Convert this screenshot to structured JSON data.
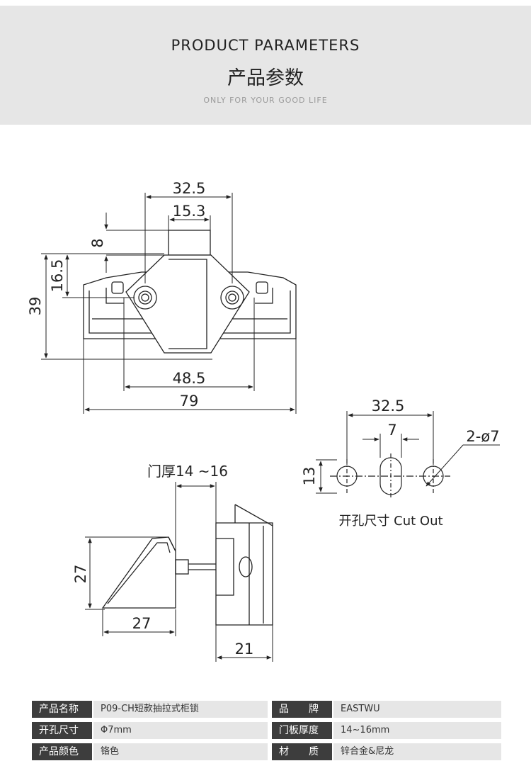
{
  "header": {
    "title_en": "PRODUCT  PARAMETERS",
    "title_cn": "产品参数",
    "tagline": "ONLY FOR YOUR GOOD LIFE"
  },
  "dimensions": {
    "front": {
      "d1": "32.5",
      "d2": "15.3",
      "d3": "8",
      "d4": "16.5",
      "d5": "39",
      "d6": "48.5",
      "d7": "79"
    },
    "cutout": {
      "width": "32.5",
      "slot": "7",
      "hole": "2-ø7",
      "height": "13",
      "caption": "开孔尺寸 Cut Out"
    },
    "side": {
      "door_thickness": "门厚14 ~16",
      "height": "27",
      "width": "27",
      "depth": "21"
    }
  },
  "specs": {
    "left": [
      {
        "label": "产品名称",
        "value": "P09-CH短款抽拉式柜锁"
      },
      {
        "label": "开孔尺寸",
        "value": "Φ7mm"
      },
      {
        "label": "产品颜色",
        "value": "铬色"
      }
    ],
    "right": [
      {
        "label": "品　　牌",
        "value": "EASTWU"
      },
      {
        "label": "门板厚度",
        "value": "14~16mm"
      },
      {
        "label": "材　　质",
        "value": "锌合金&尼龙"
      }
    ]
  }
}
